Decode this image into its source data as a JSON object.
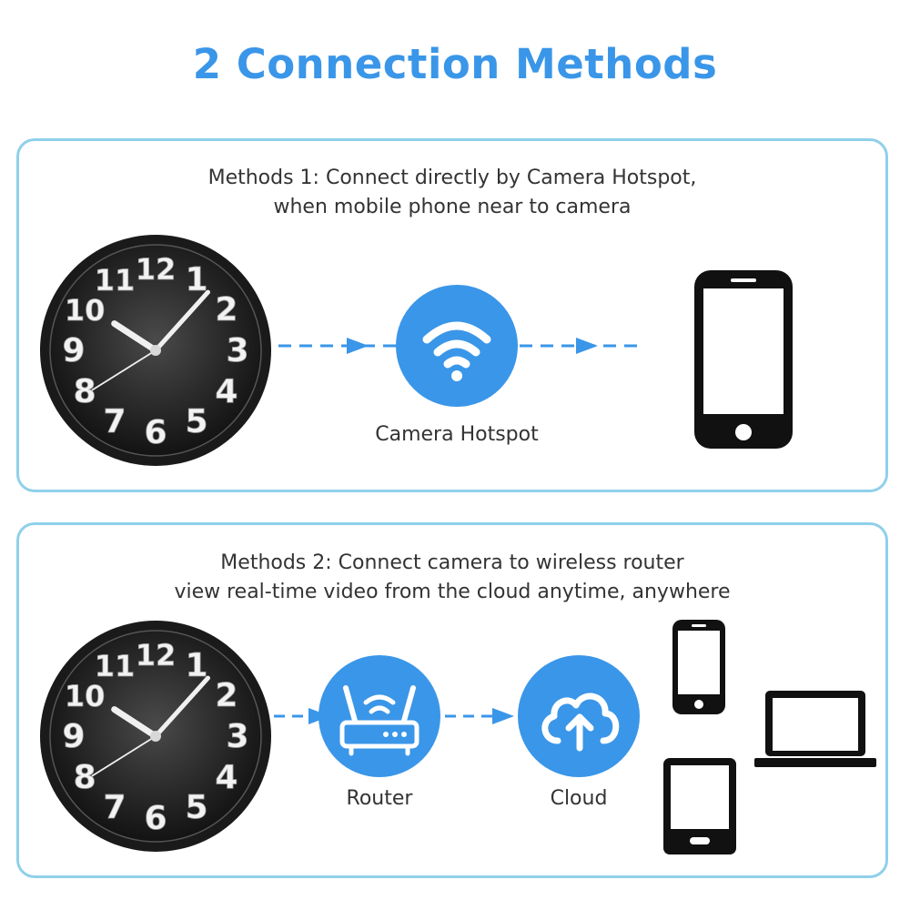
{
  "title": "2 Connection Methods",
  "colors": {
    "accent": "#3a96e8",
    "panel_border": "#8fd0ea",
    "text": "#333333",
    "device": "#111111"
  },
  "method1": {
    "line1": "Methods 1: Connect directly by Camera Hotspot,",
    "line2": "when mobile phone near to camera",
    "hotspot_label": "Camera Hotspot",
    "icons": [
      "wall-clock-camera",
      "wifi-icon",
      "smartphone-icon"
    ]
  },
  "method2": {
    "line1": "Methods 2: Connect camera to wireless router",
    "line2": "view real-time video from the cloud anytime, anywhere",
    "router_label": "Router",
    "cloud_label": "Cloud",
    "icons": [
      "wall-clock-camera",
      "router-icon",
      "cloud-upload-icon",
      "smartphone-icon",
      "laptop-icon",
      "tablet-icon"
    ]
  },
  "clock": {
    "numerals": [
      "12",
      "1",
      "2",
      "3",
      "4",
      "5",
      "6",
      "7",
      "8",
      "9",
      "10",
      "11"
    ]
  }
}
